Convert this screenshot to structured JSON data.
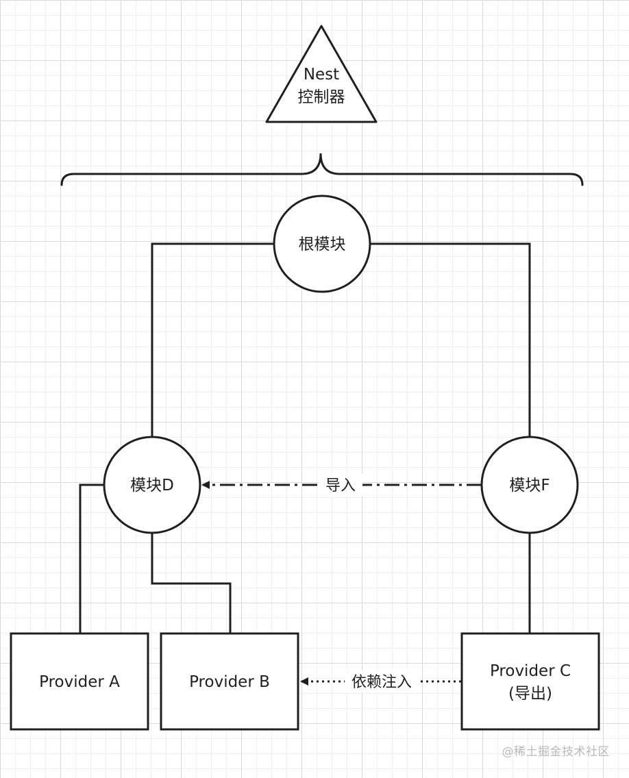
{
  "diagram": {
    "controller": {
      "line1": "Nest",
      "line2": "控制器"
    },
    "root_module": {
      "label": "根模块"
    },
    "module_d": {
      "label": "模块D"
    },
    "module_f": {
      "label": "模块F"
    },
    "provider_a": {
      "label": "Provider A"
    },
    "provider_b": {
      "label": "Provider B"
    },
    "provider_c": {
      "line1": "Provider C",
      "line2": "(导出)"
    },
    "edges": {
      "import_label": "导入",
      "inject_label": "依赖注入"
    }
  },
  "watermark": {
    "text": "@稀土掘金技术社区"
  }
}
